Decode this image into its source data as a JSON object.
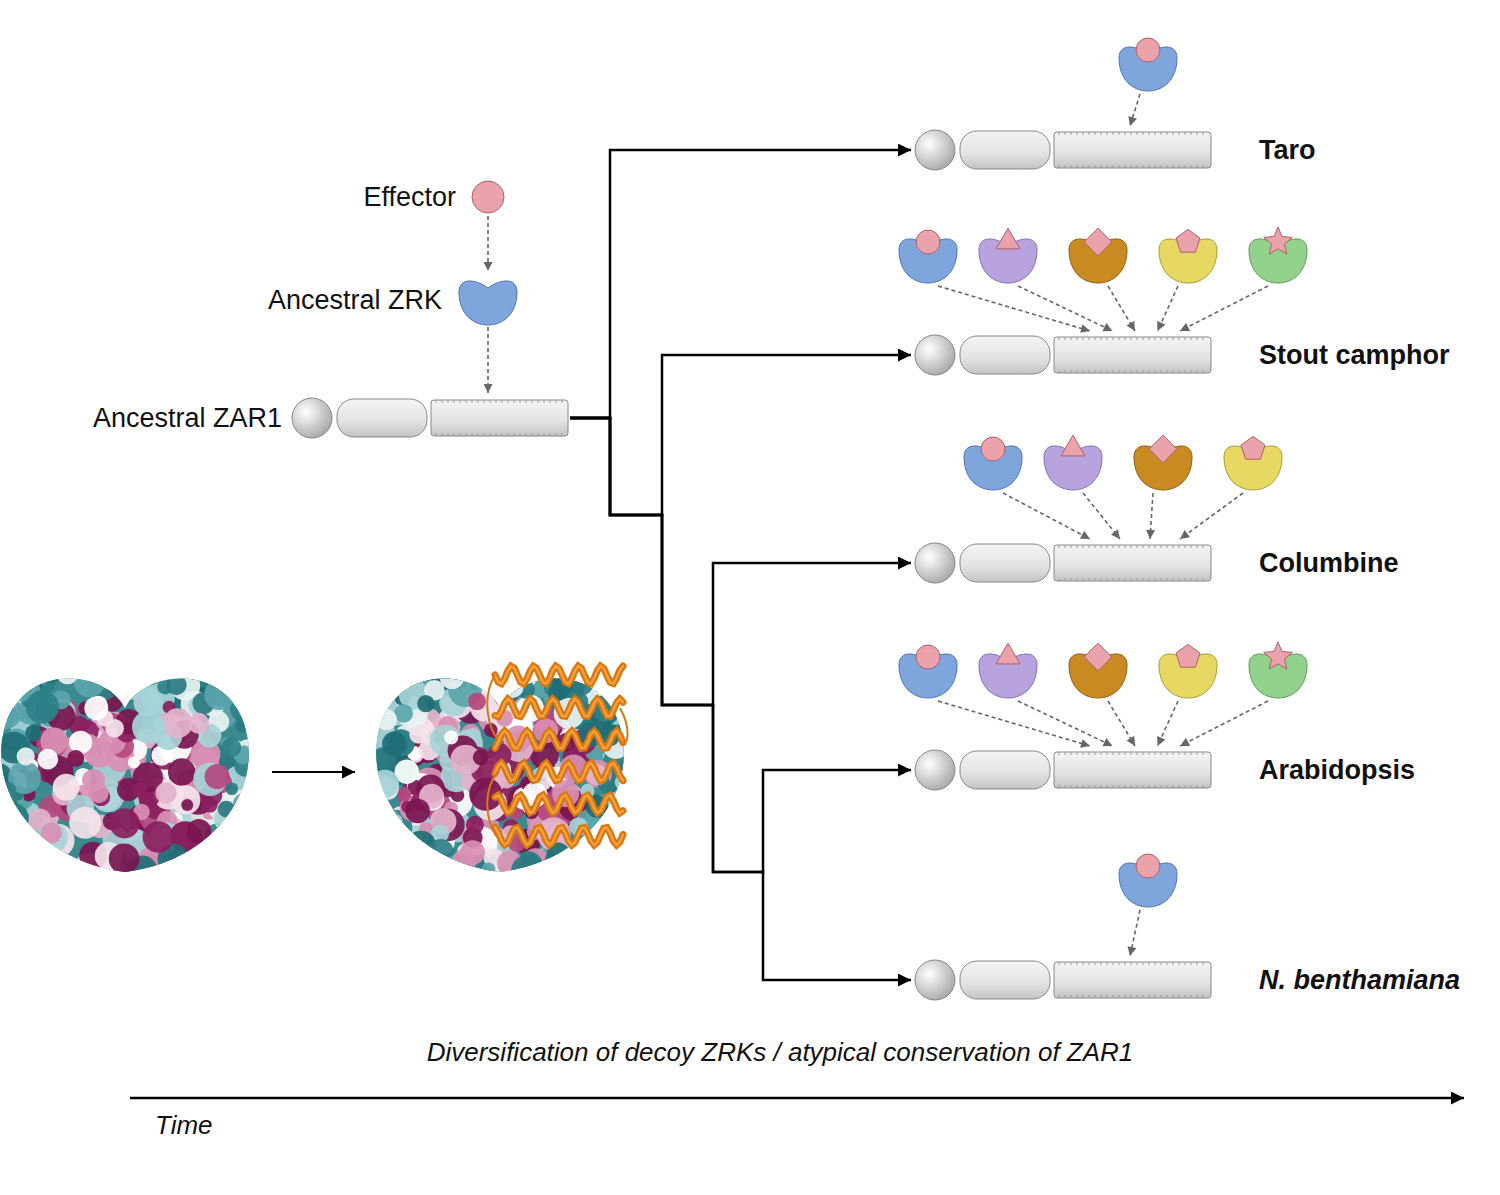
{
  "diagram": {
    "nodes": [
      {
        "text": [
          "Effector"
        ]
      },
      {
        "text": [
          "Ancestral ZRK"
        ]
      },
      {
        "text": [
          "Ancestral ZAR1"
        ]
      },
      {
        "text": [
          "Taro"
        ]
      },
      {
        "text": [
          "Stout camphor"
        ]
      },
      {
        "text": [
          "Columbine"
        ]
      },
      {
        "text": [
          "Arabidopsis"
        ]
      },
      {
        "text": [
          "N. benthamiana"
        ]
      }
    ],
    "edges": [
      {
        "from": 0,
        "to": 1,
        "arrow": "to"
      },
      {
        "from": 1,
        "to": 2,
        "arrow": "to"
      },
      {
        "from": 2,
        "to": 3,
        "arrow": "to"
      },
      {
        "from": 2,
        "to": 4,
        "arrow": "to"
      },
      {
        "from": 2,
        "to": 5,
        "arrow": "to"
      },
      {
        "from": 2,
        "to": 6,
        "arrow": "to"
      },
      {
        "from": 2,
        "to": 7,
        "arrow": "to"
      }
    ],
    "labels": [
      "Diversification of decoy ZRKs / atypical conservation of ZAR1",
      "Time"
    ]
  }
}
